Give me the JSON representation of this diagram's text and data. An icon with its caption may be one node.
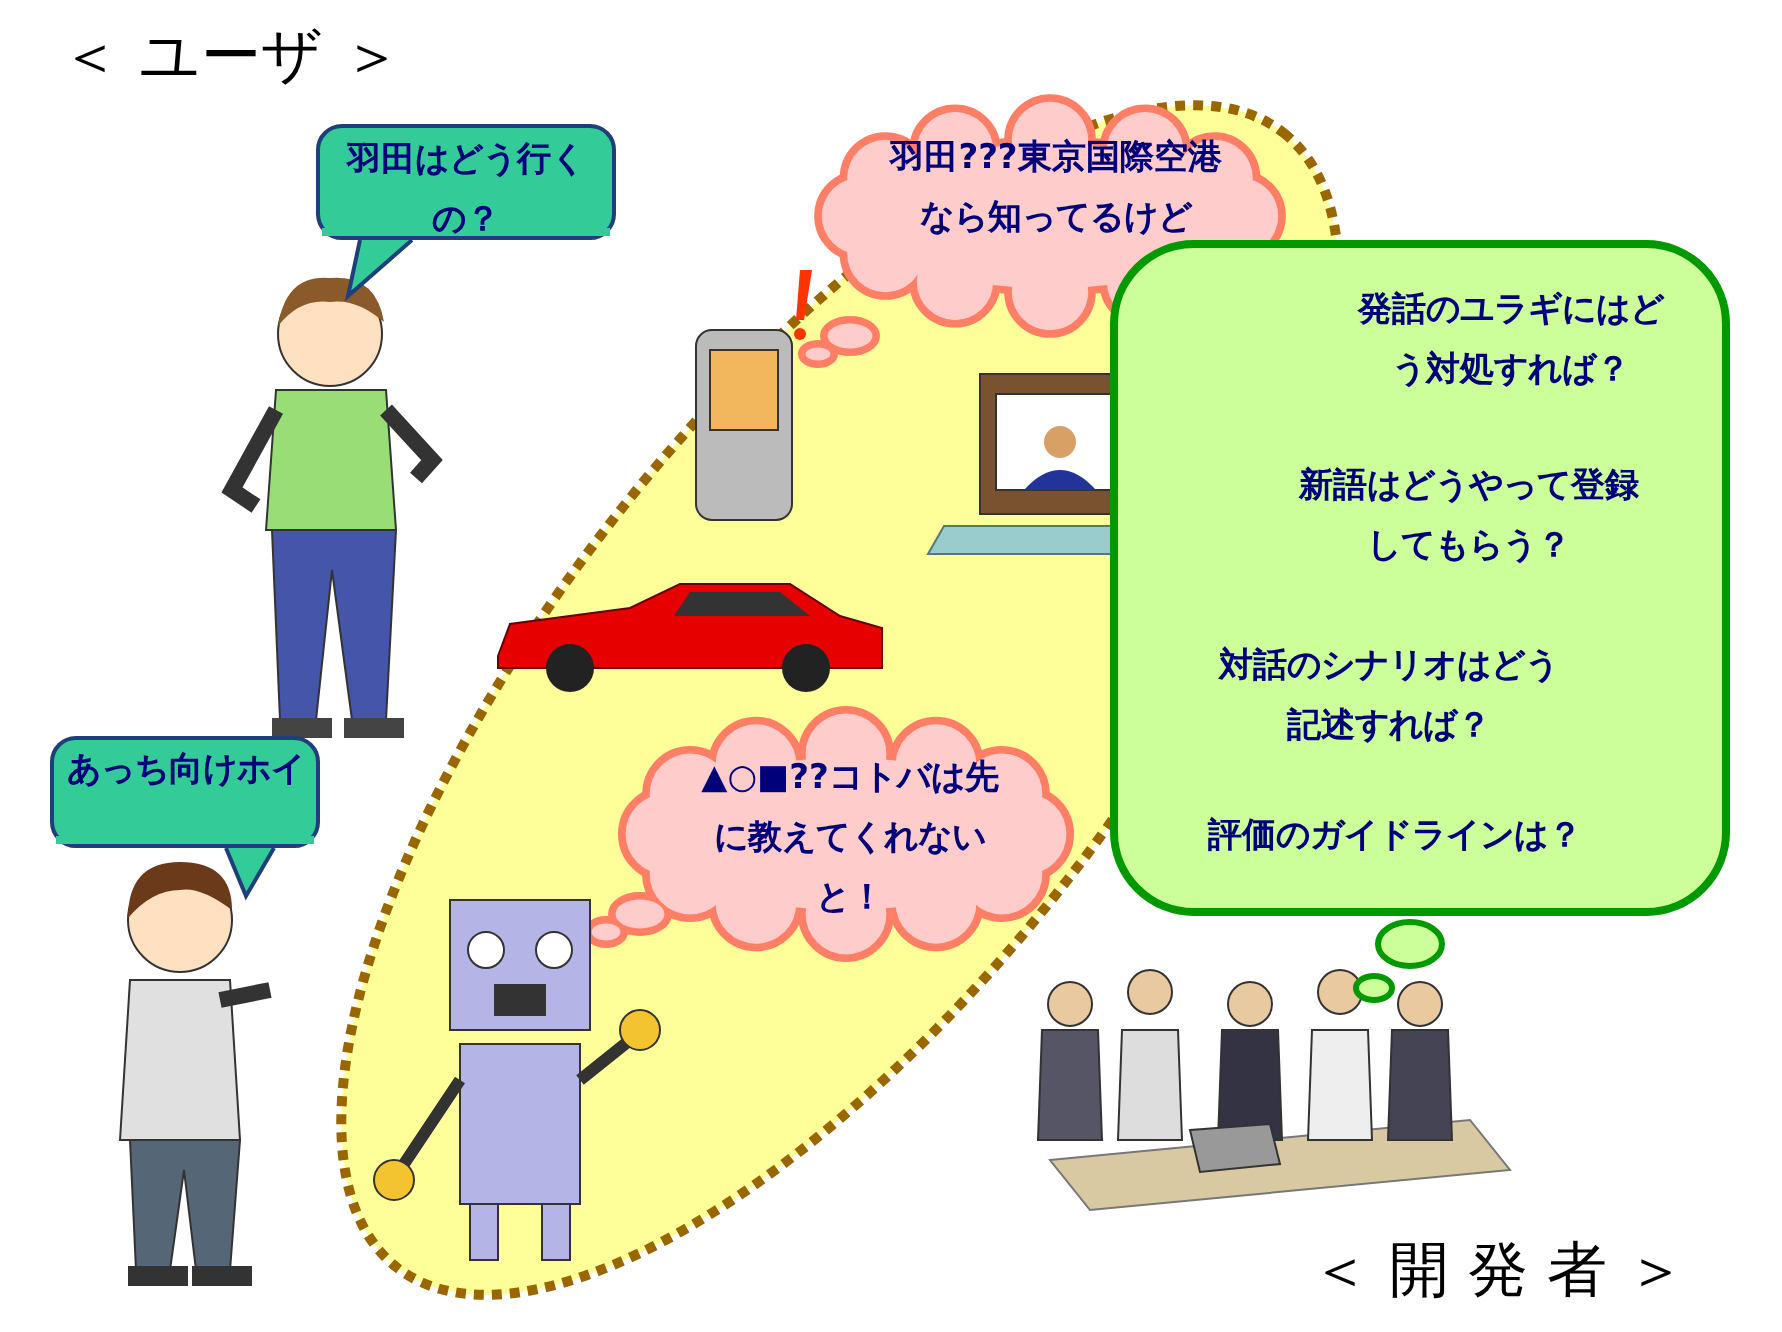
{
  "diagram": {
    "nodes": [
      {
        "text": [
          "羽田はどう行くの？"
        ]
      },
      {
        "text": [
          "あっち向けホイ"
        ]
      },
      {
        "text": [],
        "shape": "ellipse"
      },
      {
        "text": [
          "羽田???東京国際空港なら知ってるけど"
        ],
        "in": 2
      },
      {
        "text": [
          "▲○■??コトバは先に教えてくれないと！"
        ],
        "in": 2
      },
      {
        "text": [
          "発話のユラギにはどう対処すれば？",
          "新語はどうやって登録してもらう？",
          "対話のシナリオはどう記述すれば？",
          "評価のガイドラインは？"
        ]
      }
    ],
    "labels": [
      "＜ ユーザ ＞",
      "＜ 開 発 者 ＞"
    ]
  }
}
